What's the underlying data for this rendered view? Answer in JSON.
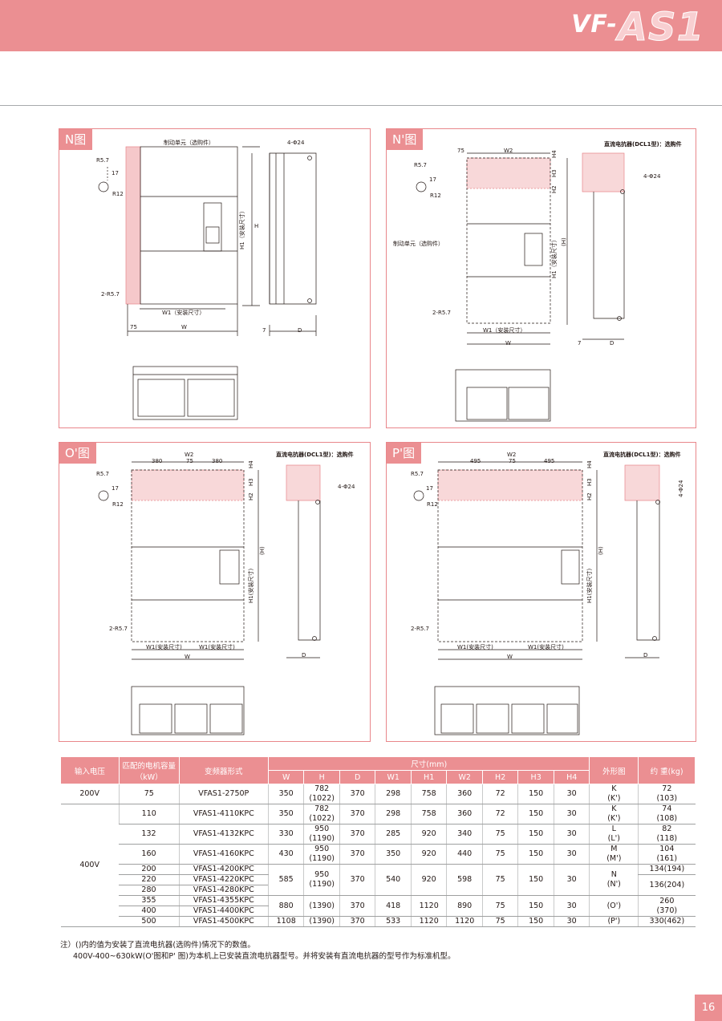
{
  "header": {
    "brand_prefix": "VF-",
    "brand_main": "AS1"
  },
  "panels": {
    "n": {
      "tag": "N图",
      "labels": {
        "brake": "制动单元（选购件）",
        "holes": "4-Φ24",
        "r57": "R5.7",
        "r12": "R12",
        "d17": "17",
        "r257": "2-R5.7",
        "h1": "H1（安装尺寸）",
        "h": "H",
        "w1": "W1（安装尺寸）",
        "w": "W",
        "c75": "75",
        "c7": "7",
        "d": "D"
      }
    },
    "n2": {
      "tag": "N'图",
      "labels": {
        "c75": "75",
        "w2": "W2",
        "h4": "H4",
        "h3": "H3",
        "h2": "H2",
        "dcl": "直流电抗器(DCL1型)：选购件",
        "holes": "4-Φ24",
        "brake": "制动单元（选购件）",
        "h1": "H1（安装尺寸）",
        "hp": "(H)",
        "r257": "2-R5.7",
        "w1": "W1（安装尺寸）",
        "w": "W",
        "c7": "7",
        "d": "D",
        "r57": "R5.7",
        "r12": "R12",
        "d17": "17"
      }
    },
    "o": {
      "tag": "O'图",
      "labels": {
        "w2": "W2",
        "a": "380",
        "b": "75",
        "c": "380",
        "dcl": "直流电抗器(DCL1型)：选购件",
        "holes": "4-Φ24",
        "h4": "H4",
        "h3": "H3",
        "h2": "H2",
        "hp": "(H)",
        "h1": "H1(安装尺寸)",
        "r257": "2-R5.7",
        "w1a": "W1(安装尺寸)",
        "w1b": "W1(安装尺寸)",
        "w": "W",
        "d": "D",
        "r57": "R5.7",
        "r12": "R12",
        "d17": "17"
      }
    },
    "p": {
      "tag": "P'图",
      "labels": {
        "w2": "W2",
        "a": "495",
        "b": "75",
        "c": "495",
        "dcl": "直流电抗器(DCL1型)：选购件",
        "holes": "4-Φ24",
        "h4": "H4",
        "h3": "H3",
        "h2": "H2",
        "hp": "(H)",
        "h1": "H1(安装尺寸)",
        "r257": "2-R5.7",
        "w1a": "W1(安装尺寸)",
        "w1b": "W1(安装尺寸)",
        "w": "W",
        "d": "D",
        "r57": "R5.7",
        "r12": "R12",
        "d17": "17"
      }
    }
  },
  "table": {
    "h_voltage": "输入电压",
    "h_motor": "匹配的电机容量（kW）",
    "h_model": "变频器形式",
    "h_dims": "尺寸(mm)",
    "h_dimcols": [
      "W",
      "H",
      "D",
      "W1",
      "H1",
      "W2",
      "H2",
      "H3",
      "H4"
    ],
    "h_outline": "外形图",
    "h_weight": "约 重(kg)",
    "v200": "200V",
    "v400": "400V",
    "r200": {
      "kw": "75",
      "model": "VFAS1-2750P",
      "w": "350",
      "h": "782",
      "h_alt": "(1022)",
      "d": "370",
      "w1": "298",
      "h1": "758",
      "w2": "360",
      "h2": "72",
      "h3": "150",
      "h4": "30",
      "fig": "K",
      "fig_alt": "(K')",
      "wt": "72",
      "wt_alt": "(103)"
    },
    "r110": {
      "kw": "110",
      "model": "VFAS1-4110KPC",
      "w": "350",
      "h": "782",
      "h_alt": "(1022)",
      "d": "370",
      "w1": "298",
      "h1": "758",
      "w2": "360",
      "h2": "72",
      "h3": "150",
      "h4": "30",
      "fig": "K",
      "fig_alt": "(K')",
      "wt": "74",
      "wt_alt": "(108)"
    },
    "r132": {
      "kw": "132",
      "model": "VFAS1-4132KPC",
      "w": "330",
      "h": "950",
      "h_alt": "(1190)",
      "d": "370",
      "w1": "285",
      "h1": "920",
      "w2": "340",
      "h2": "75",
      "h3": "150",
      "h4": "30",
      "fig": "L",
      "fig_alt": "(L')",
      "wt": "82",
      "wt_alt": "(118)"
    },
    "r160": {
      "kw": "160",
      "model": "VFAS1-4160KPC",
      "w": "430",
      "h": "950",
      "h_alt": "(1190)",
      "d": "370",
      "w1": "350",
      "h1": "920",
      "w2": "440",
      "h2": "75",
      "h3": "150",
      "h4": "30",
      "fig": "M",
      "fig_alt": "(M')",
      "wt": "104",
      "wt_alt": "(161)"
    },
    "gN": {
      "kw": [
        "200",
        "220",
        "280"
      ],
      "model": [
        "VFAS1-4200KPC",
        "VFAS1-4220KPC",
        "VFAS1-4280KPC"
      ],
      "w": "585",
      "h": "950",
      "h_alt": "(1190)",
      "d": "370",
      "w1": "540",
      "h1": "920",
      "w2": "598",
      "h2": "75",
      "h3": "150",
      "h4": "30",
      "fig": "N",
      "fig_alt": "(N')",
      "wt1": "134(194)",
      "wt2": "136(204)"
    },
    "gO": {
      "kw": [
        "355",
        "400"
      ],
      "model": [
        "VFAS1-4355KPC",
        "VFAS1-4400KPC"
      ],
      "w": "880",
      "h": "(1390)",
      "d": "370",
      "w1": "418",
      "h1": "1120",
      "w2": "890",
      "h2": "75",
      "h3": "150",
      "h4": "30",
      "fig": "(O')",
      "wt": "260",
      "wt_alt": "(370)"
    },
    "r500": {
      "kw": "500",
      "model": "VFAS1-4500KPC",
      "w": "1108",
      "h": "(1390)",
      "d": "370",
      "w1": "533",
      "h1": "1120",
      "w2": "1120",
      "h2": "75",
      "h3": "150",
      "h4": "30",
      "fig": "(P')",
      "wt": "330(462)"
    }
  },
  "notes": {
    "line1": "注）()内的值为安装了直流电抗器(选购件)情况下的数值。",
    "line2": "400V-400~630kW(O'图和P' 图)为本机上已安装直流电抗器型号。并将安装有直流电抗器的型号作为标准机型。"
  },
  "page_number": "16",
  "colors": {
    "accent": "#eb8f92",
    "accent_light": "#f8d8d9",
    "line": "#231815"
  }
}
